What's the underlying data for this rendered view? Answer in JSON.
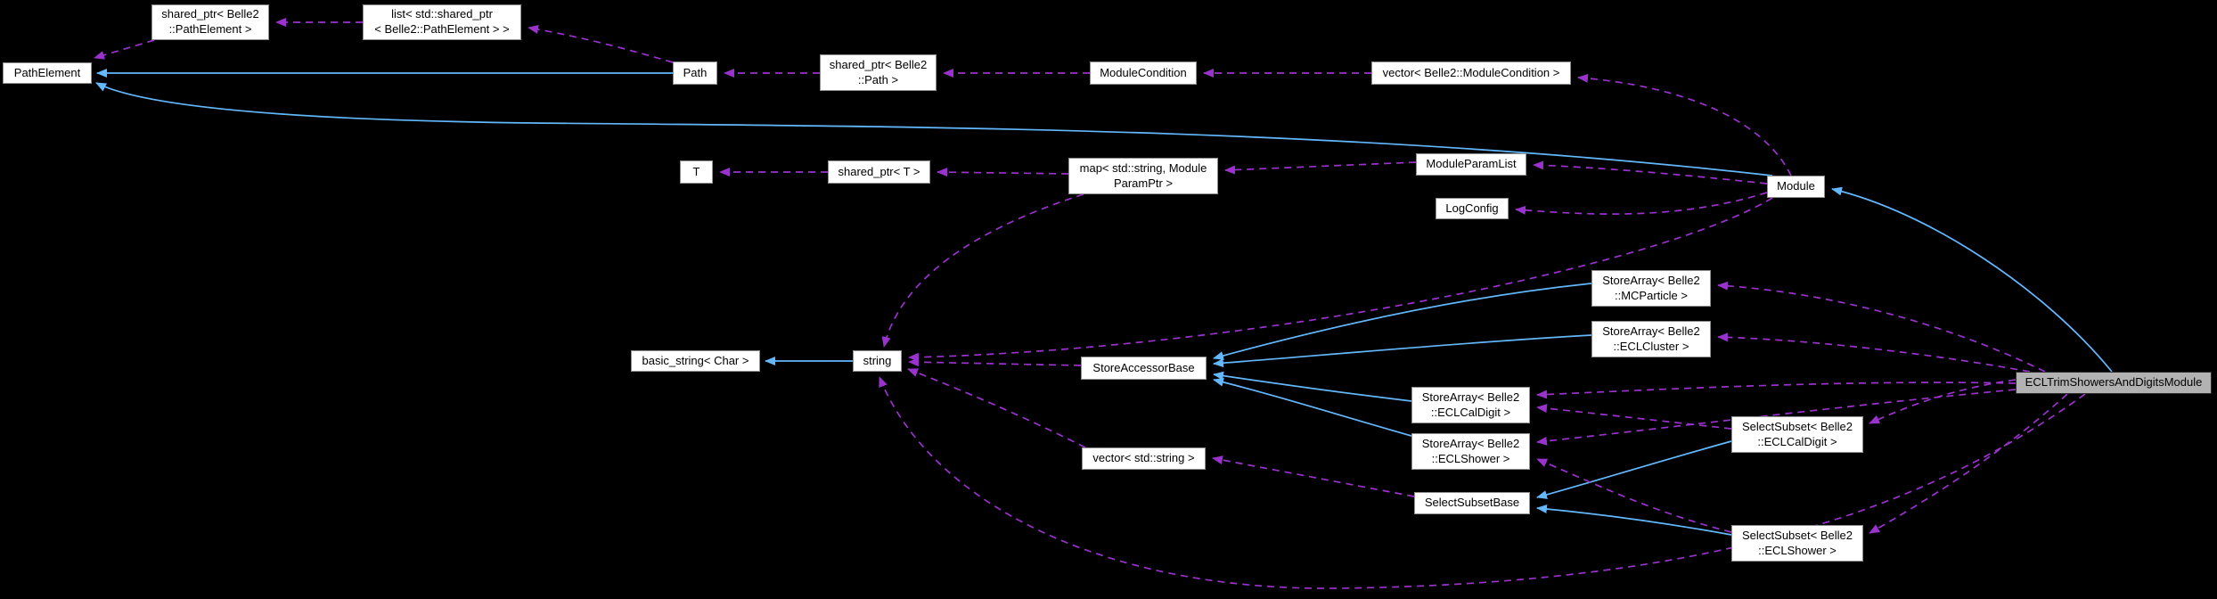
{
  "diagram": {
    "title": "ECLTrimShowersAndDigitsModule collaboration graph",
    "type": "doxygen-collaboration-graph",
    "colors": {
      "background": "#000000",
      "node_bg": "#ffffff",
      "node_border": "#8f8f8f",
      "highlight_node_bg": "#b2b2b2",
      "inheritance_edge": "#63b8ff",
      "usage_edge": "#9a32cd"
    }
  },
  "nodes": {
    "pathElement": {
      "label": "PathElement"
    },
    "sharedPtrPathElement": {
      "label": "shared_ptr< Belle2\n::PathElement >"
    },
    "listSharedPtr": {
      "label": "list< std::shared_ptr\n< Belle2::PathElement > >"
    },
    "path": {
      "label": "Path"
    },
    "sharedPtrPath": {
      "label": "shared_ptr< Belle2\n::Path >"
    },
    "moduleCondition": {
      "label": "ModuleCondition"
    },
    "vectorModuleCondition": {
      "label": "vector< Belle2::ModuleCondition >"
    },
    "t": {
      "label": "T"
    },
    "sharedPtrT": {
      "label": "shared_ptr< T >"
    },
    "mapModuleParamPtr": {
      "label": "map< std::string, Module\nParamPtr >"
    },
    "moduleParamList": {
      "label": "ModuleParamList"
    },
    "logConfig": {
      "label": "LogConfig"
    },
    "module": {
      "label": "Module"
    },
    "basicString": {
      "label": "basic_string< Char >"
    },
    "string": {
      "label": "string"
    },
    "storeAccessorBase": {
      "label": "StoreAccessorBase"
    },
    "storeArrayMCParticle": {
      "label": "StoreArray< Belle2\n::MCParticle >"
    },
    "storeArrayECLCluster": {
      "label": "StoreArray< Belle2\n::ECLCluster >"
    },
    "storeArrayECLCalDigit": {
      "label": "StoreArray< Belle2\n::ECLCalDigit >"
    },
    "storeArrayECLShower": {
      "label": "StoreArray< Belle2\n::ECLShower >"
    },
    "vectorString": {
      "label": "vector< std::string >"
    },
    "selectSubsetBase": {
      "label": "SelectSubsetBase"
    },
    "selectSubsetECLCalDigit": {
      "label": "SelectSubset< Belle2\n::ECLCalDigit >"
    },
    "selectSubsetECLShower": {
      "label": "SelectSubset< Belle2\n::ECLShower >"
    },
    "eclTrim": {
      "label": "ECLTrimShowersAndDigitsModule"
    }
  },
  "edges": [
    {
      "from": "Path",
      "to": "PathElement",
      "style": "inheritance"
    },
    {
      "from": "Module",
      "to": "PathElement",
      "style": "inheritance"
    },
    {
      "from": "ECLTrimShowersAndDigitsModule",
      "to": "Module",
      "style": "inheritance"
    },
    {
      "from": "string",
      "to": "basic_string< Char >",
      "style": "inheritance"
    },
    {
      "from": "StoreArray< Belle2::MCParticle >",
      "to": "StoreAccessorBase",
      "style": "inheritance"
    },
    {
      "from": "StoreArray< Belle2::ECLCluster >",
      "to": "StoreAccessorBase",
      "style": "inheritance"
    },
    {
      "from": "StoreArray< Belle2::ECLCalDigit >",
      "to": "StoreAccessorBase",
      "style": "inheritance"
    },
    {
      "from": "StoreArray< Belle2::ECLShower >",
      "to": "StoreAccessorBase",
      "style": "inheritance"
    },
    {
      "from": "SelectSubset< Belle2::ECLCalDigit >",
      "to": "SelectSubsetBase",
      "style": "inheritance"
    },
    {
      "from": "SelectSubset< Belle2::ECLShower >",
      "to": "SelectSubsetBase",
      "style": "inheritance"
    },
    {
      "from": "list< std::shared_ptr< Belle2::PathElement > >",
      "to": "shared_ptr< Belle2::PathElement >",
      "style": "usage"
    },
    {
      "from": "shared_ptr< Belle2::PathElement >",
      "to": "PathElement",
      "style": "usage"
    },
    {
      "from": "Path",
      "to": "list< std::shared_ptr< Belle2::PathElement > >",
      "style": "usage"
    },
    {
      "from": "shared_ptr< Belle2::Path >",
      "to": "Path",
      "style": "usage"
    },
    {
      "from": "ModuleCondition",
      "to": "shared_ptr< Belle2::Path >",
      "style": "usage"
    },
    {
      "from": "vector< Belle2::ModuleCondition >",
      "to": "ModuleCondition",
      "style": "usage"
    },
    {
      "from": "Module",
      "to": "vector< Belle2::ModuleCondition >",
      "style": "usage"
    },
    {
      "from": "shared_ptr< T >",
      "to": "T",
      "style": "usage"
    },
    {
      "from": "map< std::string, ModuleParamPtr >",
      "to": "shared_ptr< T >",
      "style": "usage"
    },
    {
      "from": "ModuleParamList",
      "to": "map< std::string, ModuleParamPtr >",
      "style": "usage"
    },
    {
      "from": "Module",
      "to": "ModuleParamList",
      "style": "usage"
    },
    {
      "from": "Module",
      "to": "LogConfig",
      "style": "usage"
    },
    {
      "from": "Module",
      "to": "string",
      "style": "usage"
    },
    {
      "from": "map< std::string, ModuleParamPtr >",
      "to": "string",
      "style": "usage"
    },
    {
      "from": "StoreAccessorBase",
      "to": "string",
      "style": "usage"
    },
    {
      "from": "vector< std::string >",
      "to": "string",
      "style": "usage"
    },
    {
      "from": "SelectSubsetBase",
      "to": "vector< std::string >",
      "style": "usage"
    },
    {
      "from": "ECLTrimShowersAndDigitsModule",
      "to": "StoreArray< Belle2::MCParticle >",
      "style": "usage"
    },
    {
      "from": "ECLTrimShowersAndDigitsModule",
      "to": "StoreArray< Belle2::ECLCluster >",
      "style": "usage"
    },
    {
      "from": "ECLTrimShowersAndDigitsModule",
      "to": "StoreArray< Belle2::ECLCalDigit >",
      "style": "usage"
    },
    {
      "from": "SelectSubset< Belle2::ECLCalDigit >",
      "to": "StoreArray< Belle2::ECLCalDigit >",
      "style": "usage"
    },
    {
      "from": "ECLTrimShowersAndDigitsModule",
      "to": "StoreArray< Belle2::ECLShower >",
      "style": "usage"
    },
    {
      "from": "SelectSubset< Belle2::ECLShower >",
      "to": "StoreArray< Belle2::ECLShower >",
      "style": "usage"
    },
    {
      "from": "ECLTrimShowersAndDigitsModule",
      "to": "SelectSubset< Belle2::ECLCalDigit >",
      "style": "usage"
    },
    {
      "from": "ECLTrimShowersAndDigitsModule",
      "to": "SelectSubset< Belle2::ECLShower >",
      "style": "usage"
    },
    {
      "from": "ECLTrimShowersAndDigitsModule",
      "to": "string",
      "style": "usage"
    }
  ]
}
